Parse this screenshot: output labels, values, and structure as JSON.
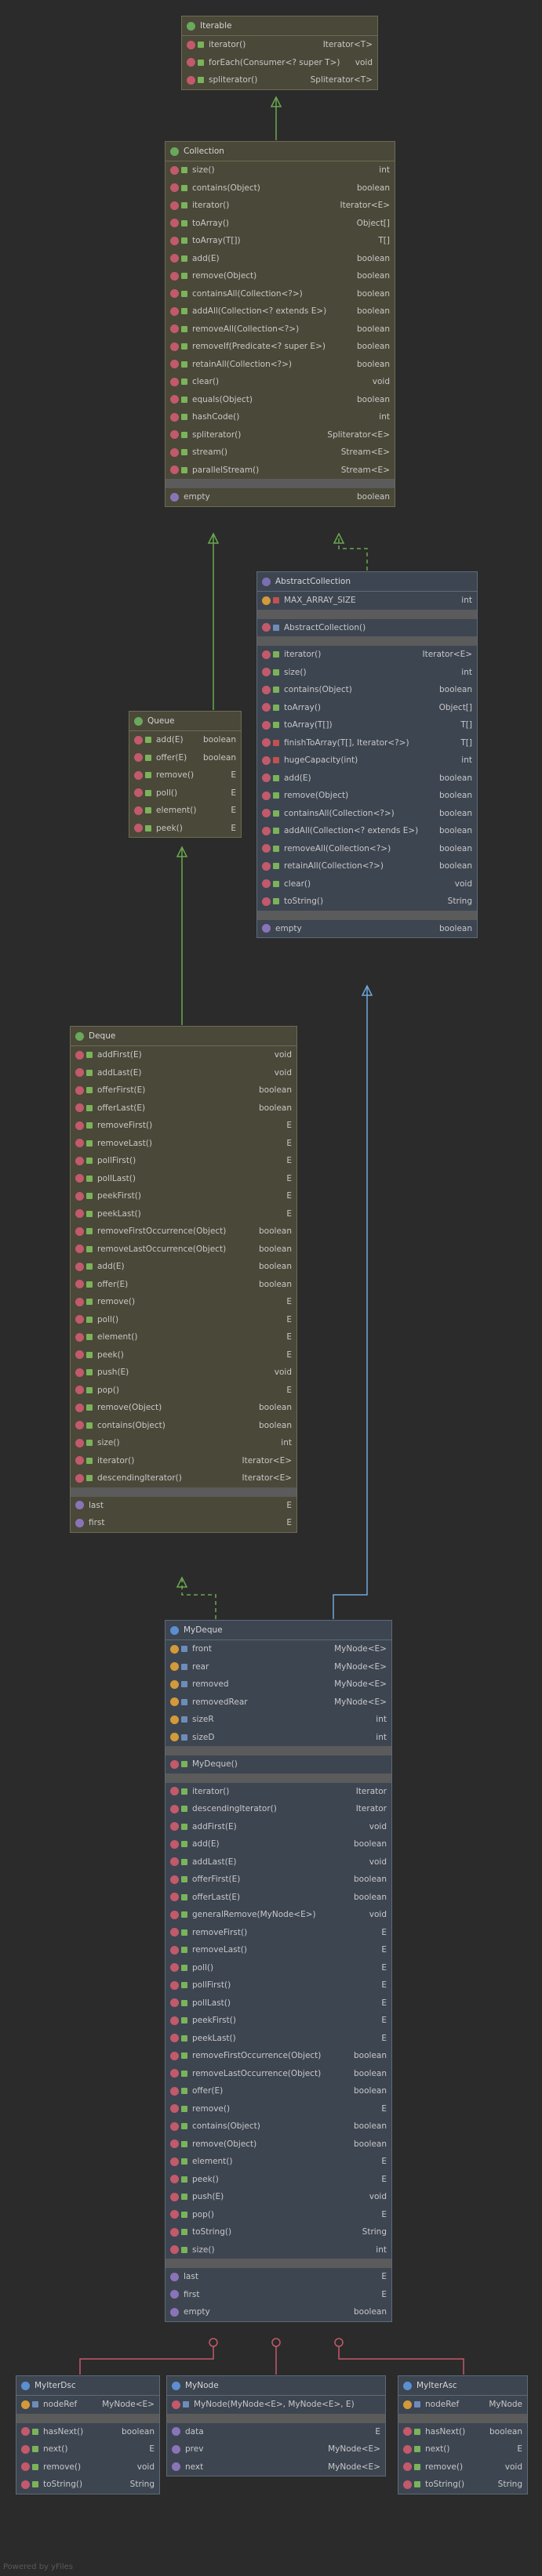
{
  "iterable": {
    "title": "Iterable",
    "members": [
      {
        "kind": "m",
        "vis": "pub",
        "name": "iterator()",
        "type": "Iterator<T>"
      },
      {
        "kind": "m",
        "vis": "pub",
        "name": "forEach(Consumer<? super T>)",
        "type": "void"
      },
      {
        "kind": "m",
        "vis": "pub",
        "name": "spliterator()",
        "type": "Spliterator<T>"
      }
    ]
  },
  "collection": {
    "title": "Collection",
    "members": [
      {
        "kind": "m",
        "vis": "pub",
        "name": "size()",
        "type": "int"
      },
      {
        "kind": "m",
        "vis": "pub",
        "name": "contains(Object)",
        "type": "boolean"
      },
      {
        "kind": "m",
        "vis": "pub",
        "name": "iterator()",
        "type": "Iterator<E>"
      },
      {
        "kind": "m",
        "vis": "pub",
        "name": "toArray()",
        "type": "Object[]"
      },
      {
        "kind": "m",
        "vis": "pub",
        "name": "toArray(T[])",
        "type": "T[]"
      },
      {
        "kind": "m",
        "vis": "pub",
        "name": "add(E)",
        "type": "boolean"
      },
      {
        "kind": "m",
        "vis": "pub",
        "name": "remove(Object)",
        "type": "boolean"
      },
      {
        "kind": "m",
        "vis": "pub",
        "name": "containsAll(Collection<?>)",
        "type": "boolean"
      },
      {
        "kind": "m",
        "vis": "pub",
        "name": "addAll(Collection<? extends E>)",
        "type": "boolean"
      },
      {
        "kind": "m",
        "vis": "pub",
        "name": "removeAll(Collection<?>)",
        "type": "boolean"
      },
      {
        "kind": "m",
        "vis": "pub",
        "name": "removeIf(Predicate<? super E>)",
        "type": "boolean"
      },
      {
        "kind": "m",
        "vis": "pub",
        "name": "retainAll(Collection<?>)",
        "type": "boolean"
      },
      {
        "kind": "m",
        "vis": "pub",
        "name": "clear()",
        "type": "void"
      },
      {
        "kind": "m",
        "vis": "pub",
        "name": "equals(Object)",
        "type": "boolean"
      },
      {
        "kind": "m",
        "vis": "pub",
        "name": "hashCode()",
        "type": "int"
      },
      {
        "kind": "m",
        "vis": "pub",
        "name": "spliterator()",
        "type": "Spliterator<E>"
      },
      {
        "kind": "m",
        "vis": "pub",
        "name": "stream()",
        "type": "Stream<E>"
      },
      {
        "kind": "m",
        "vis": "pub",
        "name": "parallelStream()",
        "type": "Stream<E>"
      }
    ],
    "props": [
      {
        "kind": "p",
        "vis": "",
        "name": "empty",
        "type": "boolean"
      }
    ]
  },
  "abstract_collection": {
    "title": "AbstractCollection",
    "fields": [
      {
        "kind": "f",
        "vis": "prv",
        "name": "MAX_ARRAY_SIZE",
        "type": "int"
      }
    ],
    "ctors": [
      {
        "kind": "m",
        "vis": "pkg",
        "name": "AbstractCollection()",
        "type": ""
      }
    ],
    "members": [
      {
        "kind": "m",
        "vis": "pub",
        "name": "iterator()",
        "type": "Iterator<E>"
      },
      {
        "kind": "m",
        "vis": "pub",
        "name": "size()",
        "type": "int"
      },
      {
        "kind": "m",
        "vis": "pub",
        "name": "contains(Object)",
        "type": "boolean"
      },
      {
        "kind": "m",
        "vis": "pub",
        "name": "toArray()",
        "type": "Object[]"
      },
      {
        "kind": "m",
        "vis": "pub",
        "name": "toArray(T[])",
        "type": "T[]"
      },
      {
        "kind": "m",
        "vis": "prv",
        "name": "finishToArray(T[], Iterator<?>)",
        "type": "T[]"
      },
      {
        "kind": "m",
        "vis": "prv",
        "name": "hugeCapacity(int)",
        "type": "int"
      },
      {
        "kind": "m",
        "vis": "pub",
        "name": "add(E)",
        "type": "boolean"
      },
      {
        "kind": "m",
        "vis": "pub",
        "name": "remove(Object)",
        "type": "boolean"
      },
      {
        "kind": "m",
        "vis": "pub",
        "name": "containsAll(Collection<?>)",
        "type": "boolean"
      },
      {
        "kind": "m",
        "vis": "pub",
        "name": "addAll(Collection<? extends E>)",
        "type": "boolean"
      },
      {
        "kind": "m",
        "vis": "pub",
        "name": "removeAll(Collection<?>)",
        "type": "boolean"
      },
      {
        "kind": "m",
        "vis": "pub",
        "name": "retainAll(Collection<?>)",
        "type": "boolean"
      },
      {
        "kind": "m",
        "vis": "pub",
        "name": "clear()",
        "type": "void"
      },
      {
        "kind": "m",
        "vis": "pub",
        "name": "toString()",
        "type": "String"
      }
    ],
    "props": [
      {
        "kind": "p",
        "vis": "",
        "name": "empty",
        "type": "boolean"
      }
    ]
  },
  "queue": {
    "title": "Queue",
    "members": [
      {
        "kind": "m",
        "vis": "pub",
        "name": "add(E)",
        "type": "boolean"
      },
      {
        "kind": "m",
        "vis": "pub",
        "name": "offer(E)",
        "type": "boolean"
      },
      {
        "kind": "m",
        "vis": "pub",
        "name": "remove()",
        "type": "E"
      },
      {
        "kind": "m",
        "vis": "pub",
        "name": "poll()",
        "type": "E"
      },
      {
        "kind": "m",
        "vis": "pub",
        "name": "element()",
        "type": "E"
      },
      {
        "kind": "m",
        "vis": "pub",
        "name": "peek()",
        "type": "E"
      }
    ]
  },
  "deque": {
    "title": "Deque",
    "members": [
      {
        "kind": "m",
        "vis": "pub",
        "name": "addFirst(E)",
        "type": "void"
      },
      {
        "kind": "m",
        "vis": "pub",
        "name": "addLast(E)",
        "type": "void"
      },
      {
        "kind": "m",
        "vis": "pub",
        "name": "offerFirst(E)",
        "type": "boolean"
      },
      {
        "kind": "m",
        "vis": "pub",
        "name": "offerLast(E)",
        "type": "boolean"
      },
      {
        "kind": "m",
        "vis": "pub",
        "name": "removeFirst()",
        "type": "E"
      },
      {
        "kind": "m",
        "vis": "pub",
        "name": "removeLast()",
        "type": "E"
      },
      {
        "kind": "m",
        "vis": "pub",
        "name": "pollFirst()",
        "type": "E"
      },
      {
        "kind": "m",
        "vis": "pub",
        "name": "pollLast()",
        "type": "E"
      },
      {
        "kind": "m",
        "vis": "pub",
        "name": "peekFirst()",
        "type": "E"
      },
      {
        "kind": "m",
        "vis": "pub",
        "name": "peekLast()",
        "type": "E"
      },
      {
        "kind": "m",
        "vis": "pub",
        "name": "removeFirstOccurrence(Object)",
        "type": "boolean"
      },
      {
        "kind": "m",
        "vis": "pub",
        "name": "removeLastOccurrence(Object)",
        "type": "boolean"
      },
      {
        "kind": "m",
        "vis": "pub",
        "name": "add(E)",
        "type": "boolean"
      },
      {
        "kind": "m",
        "vis": "pub",
        "name": "offer(E)",
        "type": "boolean"
      },
      {
        "kind": "m",
        "vis": "pub",
        "name": "remove()",
        "type": "E"
      },
      {
        "kind": "m",
        "vis": "pub",
        "name": "poll()",
        "type": "E"
      },
      {
        "kind": "m",
        "vis": "pub",
        "name": "element()",
        "type": "E"
      },
      {
        "kind": "m",
        "vis": "pub",
        "name": "peek()",
        "type": "E"
      },
      {
        "kind": "m",
        "vis": "pub",
        "name": "push(E)",
        "type": "void"
      },
      {
        "kind": "m",
        "vis": "pub",
        "name": "pop()",
        "type": "E"
      },
      {
        "kind": "m",
        "vis": "pub",
        "name": "remove(Object)",
        "type": "boolean"
      },
      {
        "kind": "m",
        "vis": "pub",
        "name": "contains(Object)",
        "type": "boolean"
      },
      {
        "kind": "m",
        "vis": "pub",
        "name": "size()",
        "type": "int"
      },
      {
        "kind": "m",
        "vis": "pub",
        "name": "iterator()",
        "type": "Iterator<E>"
      },
      {
        "kind": "m",
        "vis": "pub",
        "name": "descendingIterator()",
        "type": "Iterator<E>"
      }
    ],
    "props": [
      {
        "kind": "p",
        "vis": "",
        "name": "last",
        "type": "E"
      },
      {
        "kind": "p",
        "vis": "",
        "name": "first",
        "type": "E"
      }
    ]
  },
  "mydeque": {
    "title": "MyDeque",
    "fields": [
      {
        "kind": "f",
        "vis": "pkg",
        "name": "front",
        "type": "MyNode<E>"
      },
      {
        "kind": "f",
        "vis": "pkg",
        "name": "rear",
        "type": "MyNode<E>"
      },
      {
        "kind": "f",
        "vis": "pkg",
        "name": "removed",
        "type": "MyNode<E>"
      },
      {
        "kind": "f",
        "vis": "pkg",
        "name": "removedRear",
        "type": "MyNode<E>"
      },
      {
        "kind": "f",
        "vis": "pkg",
        "name": "sizeR",
        "type": "int"
      },
      {
        "kind": "f",
        "vis": "pkg",
        "name": "sizeD",
        "type": "int"
      }
    ],
    "ctors": [
      {
        "kind": "m",
        "vis": "pub",
        "name": "MyDeque()",
        "type": ""
      }
    ],
    "members": [
      {
        "kind": "m",
        "vis": "pub",
        "name": "iterator()",
        "type": "Iterator"
      },
      {
        "kind": "m",
        "vis": "pub",
        "name": "descendingIterator()",
        "type": "Iterator"
      },
      {
        "kind": "m",
        "vis": "pub",
        "name": "addFirst(E)",
        "type": "void"
      },
      {
        "kind": "m",
        "vis": "pub",
        "name": "add(E)",
        "type": "boolean"
      },
      {
        "kind": "m",
        "vis": "pub",
        "name": "addLast(E)",
        "type": "void"
      },
      {
        "kind": "m",
        "vis": "pub",
        "name": "offerFirst(E)",
        "type": "boolean"
      },
      {
        "kind": "m",
        "vis": "pub",
        "name": "offerLast(E)",
        "type": "boolean"
      },
      {
        "kind": "m",
        "vis": "pub",
        "name": "generalRemove(MyNode<E>)",
        "type": "void"
      },
      {
        "kind": "m",
        "vis": "pub",
        "name": "removeFirst()",
        "type": "E"
      },
      {
        "kind": "m",
        "vis": "pub",
        "name": "removeLast()",
        "type": "E"
      },
      {
        "kind": "m",
        "vis": "pub",
        "name": "poll()",
        "type": "E"
      },
      {
        "kind": "m",
        "vis": "pub",
        "name": "pollFirst()",
        "type": "E"
      },
      {
        "kind": "m",
        "vis": "pub",
        "name": "pollLast()",
        "type": "E"
      },
      {
        "kind": "m",
        "vis": "pub",
        "name": "peekFirst()",
        "type": "E"
      },
      {
        "kind": "m",
        "vis": "pub",
        "name": "peekLast()",
        "type": "E"
      },
      {
        "kind": "m",
        "vis": "pub",
        "name": "removeFirstOccurrence(Object)",
        "type": "boolean"
      },
      {
        "kind": "m",
        "vis": "pub",
        "name": "removeLastOccurrence(Object)",
        "type": "boolean"
      },
      {
        "kind": "m",
        "vis": "pub",
        "name": "offer(E)",
        "type": "boolean"
      },
      {
        "kind": "m",
        "vis": "pub",
        "name": "remove()",
        "type": "E"
      },
      {
        "kind": "m",
        "vis": "pub",
        "name": "contains(Object)",
        "type": "boolean"
      },
      {
        "kind": "m",
        "vis": "pub",
        "name": "remove(Object)",
        "type": "boolean"
      },
      {
        "kind": "m",
        "vis": "pub",
        "name": "element()",
        "type": "E"
      },
      {
        "kind": "m",
        "vis": "pub",
        "name": "peek()",
        "type": "E"
      },
      {
        "kind": "m",
        "vis": "pub",
        "name": "push(E)",
        "type": "void"
      },
      {
        "kind": "m",
        "vis": "pub",
        "name": "pop()",
        "type": "E"
      },
      {
        "kind": "m",
        "vis": "pub",
        "name": "toString()",
        "type": "String"
      },
      {
        "kind": "m",
        "vis": "pub",
        "name": "size()",
        "type": "int"
      }
    ],
    "props": [
      {
        "kind": "p",
        "vis": "",
        "name": "last",
        "type": "E"
      },
      {
        "kind": "p",
        "vis": "",
        "name": "first",
        "type": "E"
      },
      {
        "kind": "p",
        "vis": "",
        "name": "empty",
        "type": "boolean"
      }
    ]
  },
  "myiterdsc": {
    "title": "MyIterDsc",
    "fields": [
      {
        "kind": "f",
        "vis": "pkg",
        "name": "nodeRef",
        "type": "MyNode<E>"
      }
    ],
    "members": [
      {
        "kind": "m",
        "vis": "pub",
        "name": "hasNext()",
        "type": "boolean"
      },
      {
        "kind": "m",
        "vis": "pub",
        "name": "next()",
        "type": "E"
      },
      {
        "kind": "m",
        "vis": "pub",
        "name": "remove()",
        "type": "void"
      },
      {
        "kind": "m",
        "vis": "pub",
        "name": "toString()",
        "type": "String"
      }
    ]
  },
  "mynode": {
    "title": "MyNode",
    "ctors": [
      {
        "kind": "m",
        "vis": "pkg",
        "name": "MyNode(MyNode<E>, MyNode<E>, E)",
        "type": ""
      }
    ],
    "props": [
      {
        "kind": "p",
        "vis": "",
        "name": "data",
        "type": "E"
      },
      {
        "kind": "p",
        "vis": "",
        "name": "prev",
        "type": "MyNode<E>"
      },
      {
        "kind": "p",
        "vis": "",
        "name": "next",
        "type": "MyNode<E>"
      }
    ]
  },
  "myiterasc": {
    "title": "MyIterAsc",
    "fields": [
      {
        "kind": "f",
        "vis": "pkg",
        "name": "nodeRef",
        "type": "MyNode"
      }
    ],
    "members": [
      {
        "kind": "m",
        "vis": "pub",
        "name": "hasNext()",
        "type": "boolean"
      },
      {
        "kind": "m",
        "vis": "pub",
        "name": "next()",
        "type": "E"
      },
      {
        "kind": "m",
        "vis": "pub",
        "name": "remove()",
        "type": "void"
      },
      {
        "kind": "m",
        "vis": "pub",
        "name": "toString()",
        "type": "String"
      }
    ]
  },
  "watermark": "Powered by yFiles",
  "colors": {
    "interface_fill": "#4a4838",
    "class_fill": "#3d4551",
    "extends_arrow": "#6aa84f",
    "implements_arrow": "#6fa8dc",
    "inner_class_line": "#c25a6b"
  }
}
